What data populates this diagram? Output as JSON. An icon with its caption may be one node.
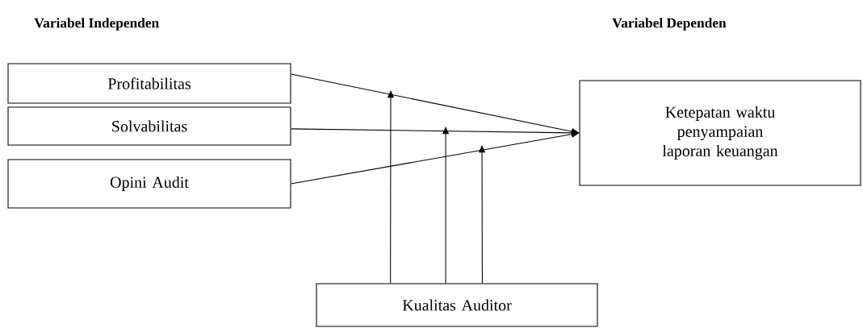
{
  "diagram": {
    "nodes": [
      {
        "text": [
          "Profitabilitas"
        ]
      },
      {
        "text": [
          "Solvabilitas"
        ]
      },
      {
        "text": [
          "Opini Audit"
        ]
      },
      {
        "text": [
          "Ketepatan waktu penyampaian laporan keuangan"
        ]
      },
      {
        "text": [
          "Kualitas Auditor"
        ]
      }
    ],
    "edges": [
      {
        "from": 0,
        "to": 3,
        "arrow": "to"
      },
      {
        "from": 1,
        "to": 3,
        "arrow": "to"
      },
      {
        "from": 2,
        "to": 3,
        "arrow": "to"
      },
      {
        "from": 4,
        "to": null,
        "arrow": "to"
      },
      {
        "from": 4,
        "to": null,
        "arrow": "to"
      },
      {
        "from": 4,
        "to": null,
        "arrow": "to"
      }
    ],
    "labels": [
      "Variabel Independen",
      "Variabel Dependen"
    ]
  }
}
